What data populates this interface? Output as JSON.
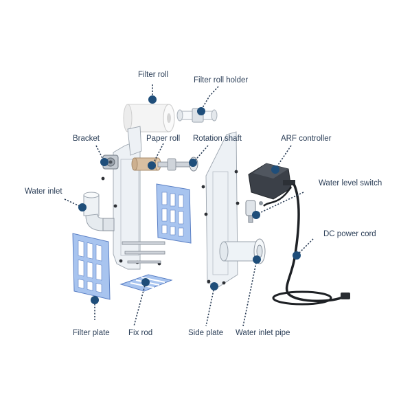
{
  "labels": {
    "filter_roll": "Filter roll",
    "filter_roll_holder": "Filter roll holder",
    "bracket": "Bracket",
    "paper_roll": "Paper roll",
    "rotation_shaft": "Rotation shaft",
    "arf_controller": "ARF controller",
    "water_inlet": "Water inlet",
    "water_level_switch": "Water level switch",
    "dc_power_cord": "DC power cord",
    "filter_plate": "Filter plate",
    "fix_rod": "Fix rod",
    "side_plate": "Side plate",
    "water_inlet_pipe": "Water inlet pipe"
  },
  "colors": {
    "label_text": "#2b3e57",
    "callout_dot": "#1f4e7a",
    "filter_plate": "#a8c4ef",
    "acrylic": "#edf1f5",
    "paper_roll": "#d8bfa1",
    "controller": "#3b4048"
  }
}
